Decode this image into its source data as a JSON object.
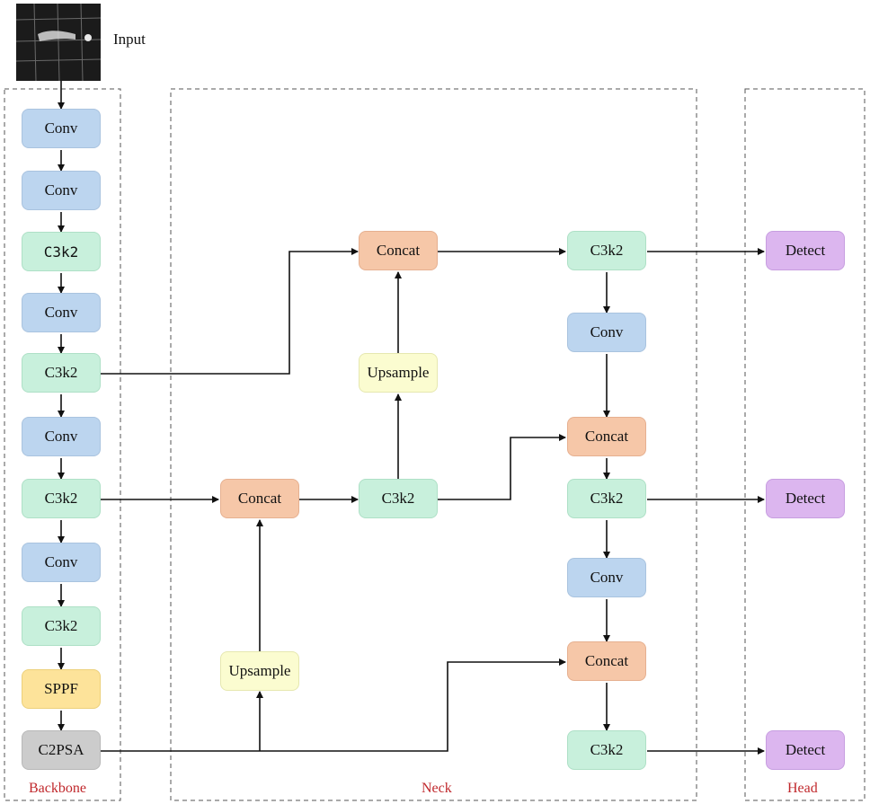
{
  "input": {
    "label": "Input"
  },
  "sections": {
    "backbone": "Backbone",
    "neck": "Neck",
    "head": "Head"
  },
  "backbone": [
    "Conv",
    "Conv",
    "C3k2",
    "Conv",
    "C3k2",
    "Conv",
    "C3k2",
    "Conv",
    "C3k2",
    "SPPF",
    "C2PSA"
  ],
  "neck": {
    "concat_mid": "Concat",
    "upsample_low": "Upsample",
    "c3k2_mid": "C3k2",
    "upsample_high": "Upsample",
    "concat_top": "Concat",
    "c3k2_top_out": "C3k2",
    "conv_top_out": "Conv",
    "concat_mid_out": "Concat",
    "c3k2_mid_out": "C3k2",
    "conv_mid_out": "Conv",
    "concat_low_out": "Concat",
    "c3k2_low_out": "C3k2"
  },
  "head": [
    "Detect",
    "Detect",
    "Detect"
  ],
  "colors": {
    "conv": "#bcd5ef",
    "c3k2": "#c8f0dc",
    "concat": "#f6c7a8",
    "upsample": "#fbfcd0",
    "sppf": "#fde39a",
    "c2psa": "#cccccc",
    "detect": "#dcb6ef",
    "section_label": "#c0282c"
  }
}
